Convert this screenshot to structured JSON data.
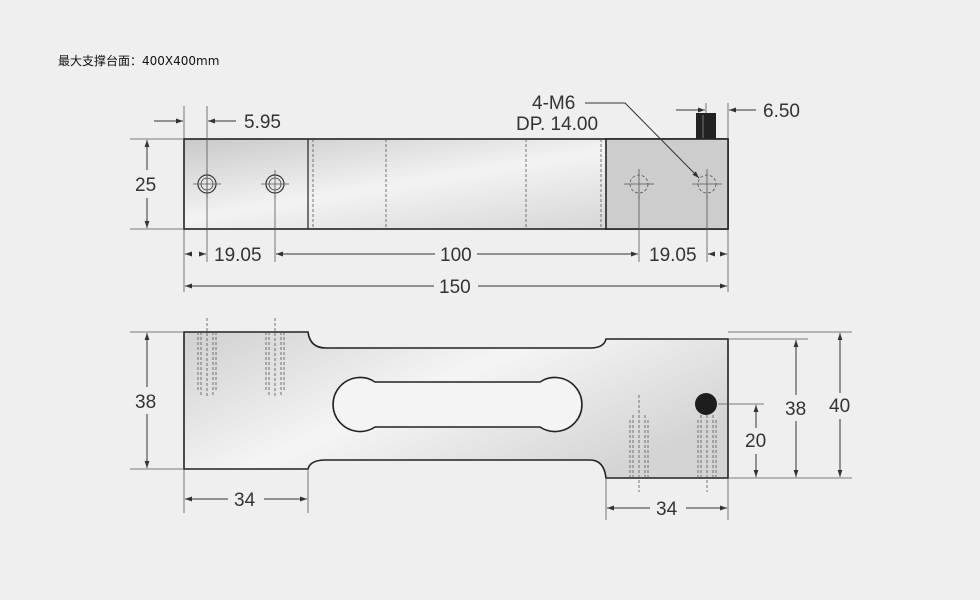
{
  "platform_note": "最大支撑台面：400X400mm",
  "top_view": {
    "hole_offset": "5.95",
    "thread_callout": "4-M6",
    "thread_depth": "DP. 14.00",
    "cable_offset": "6.50",
    "height": "25",
    "edge_left": "19.05",
    "hole_spacing": "100",
    "edge_right": "19.05",
    "total_length": "150"
  },
  "side_view": {
    "left_height": "38",
    "left_block": "34",
    "right_block": "34",
    "right_height": "38",
    "total_height": "40",
    "cable_height": "20"
  },
  "colors": {
    "metal": "#d6d6d6",
    "right_block": "#cfcfcf",
    "cable": "#222222"
  }
}
